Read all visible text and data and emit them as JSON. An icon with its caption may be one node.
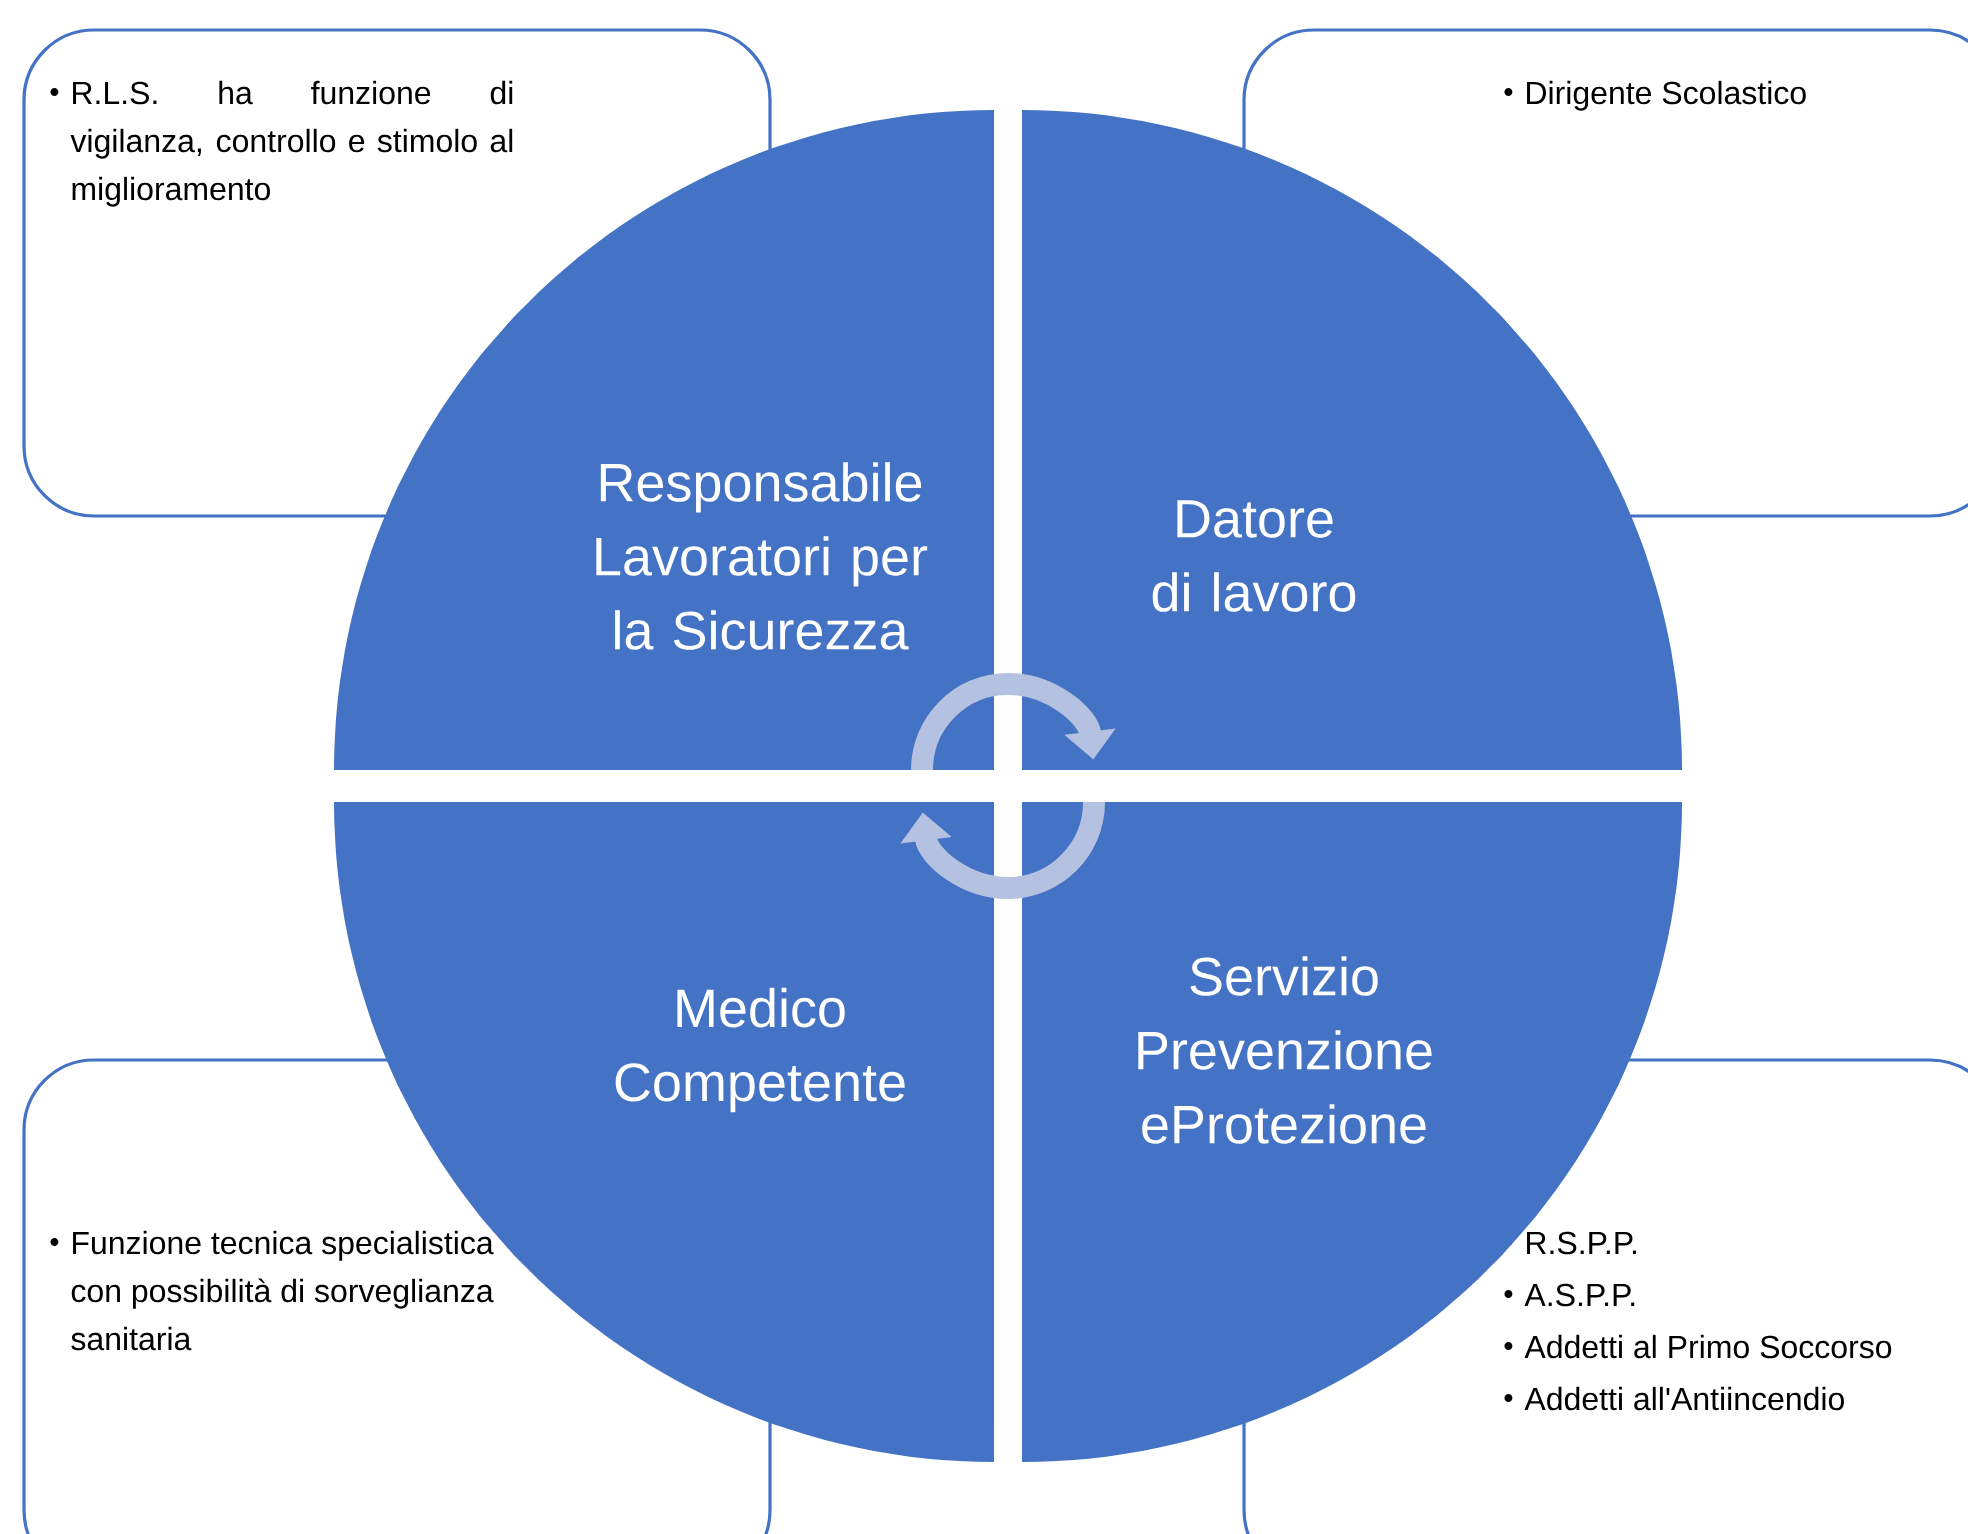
{
  "diagram": {
    "nodes": [
      {
        "text": [
          "Responsabile Lavoratori per la Sicurezza"
        ]
      },
      {
        "text": [
          "Datore di lavoro"
        ]
      },
      {
        "text": [
          "Medico Competente"
        ]
      },
      {
        "text": [
          "Servizio Prevenzione eProtezione"
        ]
      },
      {
        "text": [
          "R.L.S. ha funzione di vigilanza, controllo e stimolo al miglioramento"
        ]
      },
      {
        "text": [
          "Dirigente Scolastico"
        ]
      },
      {
        "text": [
          "Funzione tecnica specialistica con possibilità di sorveglianza sanitaria"
        ]
      },
      {
        "text": [
          "R.S.P.P.",
          "A.S.P.P.",
          "Addetti al Primo Soccorso",
          "Addetti all'Antiincendio"
        ]
      }
    ],
    "edges": [
      {
        "from": 0,
        "to": 1,
        "arrow": "to"
      },
      {
        "from": 3,
        "to": 2,
        "arrow": "to"
      }
    ]
  }
}
